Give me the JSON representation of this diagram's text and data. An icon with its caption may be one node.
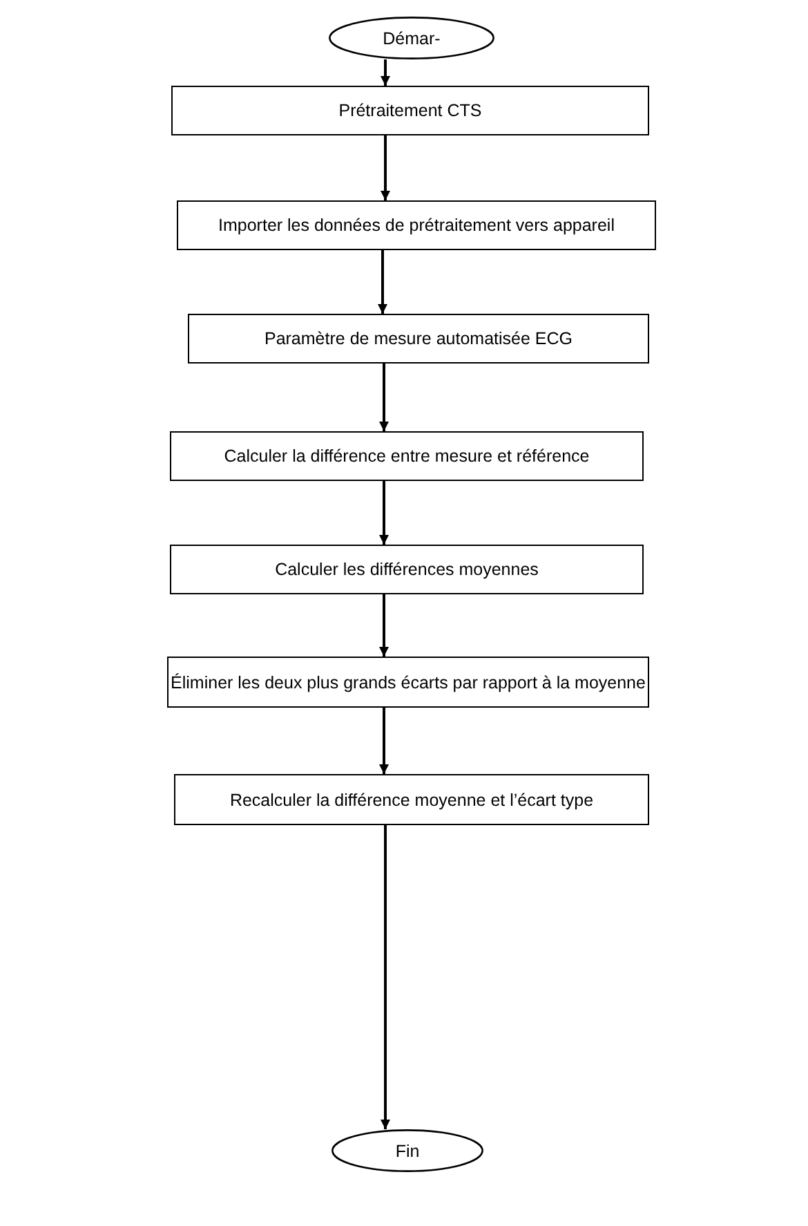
{
  "diagram": {
    "nodes": [
      {
        "text": [
          "Démar-"
        ]
      },
      {
        "text": [
          "Prétraitement CTS"
        ]
      },
      {
        "text": [
          "Importer les données de prétraitement vers appareil"
        ]
      },
      {
        "text": [
          "Paramètre de mesure automatisée ECG"
        ]
      },
      {
        "text": [
          "Calculer la différence entre mesure et référence"
        ]
      },
      {
        "text": [
          "Calculer les différences moyennes"
        ]
      },
      {
        "text": [
          "Éliminer les deux plus grands écarts par rapport à la moyenne"
        ]
      },
      {
        "text": [
          "Recalculer la différence moyenne et l’écart type"
        ]
      },
      {
        "text": [
          "Fin"
        ]
      }
    ],
    "edges": [
      {
        "from": 0,
        "to": 1,
        "arrow": "to"
      },
      {
        "from": 1,
        "to": 2,
        "arrow": "to"
      },
      {
        "from": 2,
        "to": 3,
        "arrow": "to"
      },
      {
        "from": 3,
        "to": 4,
        "arrow": "to"
      },
      {
        "from": 4,
        "to": 5,
        "arrow": "to"
      },
      {
        "from": 5,
        "to": 6,
        "arrow": "to"
      },
      {
        "from": 6,
        "to": 7,
        "arrow": "to"
      },
      {
        "from": 7,
        "to": 8,
        "arrow": "to"
      }
    ]
  }
}
